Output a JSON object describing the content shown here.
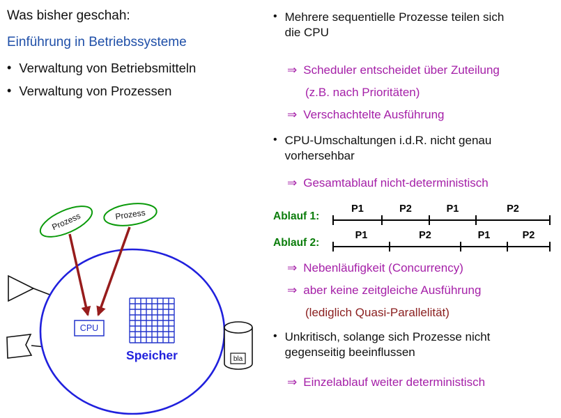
{
  "glyphs": {
    "bullet": "•",
    "arrow": "⇒"
  },
  "left": {
    "title": "Was bisher geschah:",
    "subtitle": "Einführung in Betriebssysteme",
    "bullets": [
      "Verwaltung von Betriebsmitteln",
      "Verwaltung von Prozessen"
    ]
  },
  "diagram": {
    "process1": "Prozess",
    "process2": "Prozess",
    "cpu": "CPU",
    "memory": "Speicher",
    "disk": "bla"
  },
  "right": {
    "b1": "Mehrere sequentielle Prozesse teilen sich die CPU",
    "a1": "Scheduler entscheidet über Zuteilung",
    "p1": "(z.B. nach Prioritäten)",
    "a2": "Verschachtelte Ausführung",
    "b2": "CPU-Umschaltungen i.d.R. nicht genau vorhersehbar",
    "a3": "Gesamtablauf nicht-deterministisch",
    "a4": "Nebenläufigkeit (Concurrency)",
    "a5": "aber keine zeitgleiche Ausführung",
    "p2": "(lediglich Quasi-Parallelität)",
    "b3": "Unkritisch, solange sich Prozesse nicht gegenseitig beeinflussen",
    "a6": "Einzelablauf weiter deterministisch"
  },
  "timeline": {
    "rows": [
      {
        "label": "Ablauf 1:",
        "segments": [
          {
            "name": "P1",
            "width": 70
          },
          {
            "name": "P2",
            "width": 68
          },
          {
            "name": "P1",
            "width": 67
          },
          {
            "name": "P2",
            "width": 106
          }
        ]
      },
      {
        "label": "Ablauf 2:",
        "segments": [
          {
            "name": "P1",
            "width": 81
          },
          {
            "name": "P2",
            "width": 102
          },
          {
            "name": "P1",
            "width": 67
          },
          {
            "name": "P2",
            "width": 61
          }
        ]
      }
    ]
  },
  "colors": {
    "heading_blue": "#1f4fa8",
    "purple": "#a520a8",
    "maroon": "#8b2020",
    "timeline_green": "#0b7d0b",
    "process_green": "#0a9a0a",
    "system_blue": "#2020dd",
    "component_blue": "#2233cc",
    "arrow_red": "#971c1c"
  }
}
